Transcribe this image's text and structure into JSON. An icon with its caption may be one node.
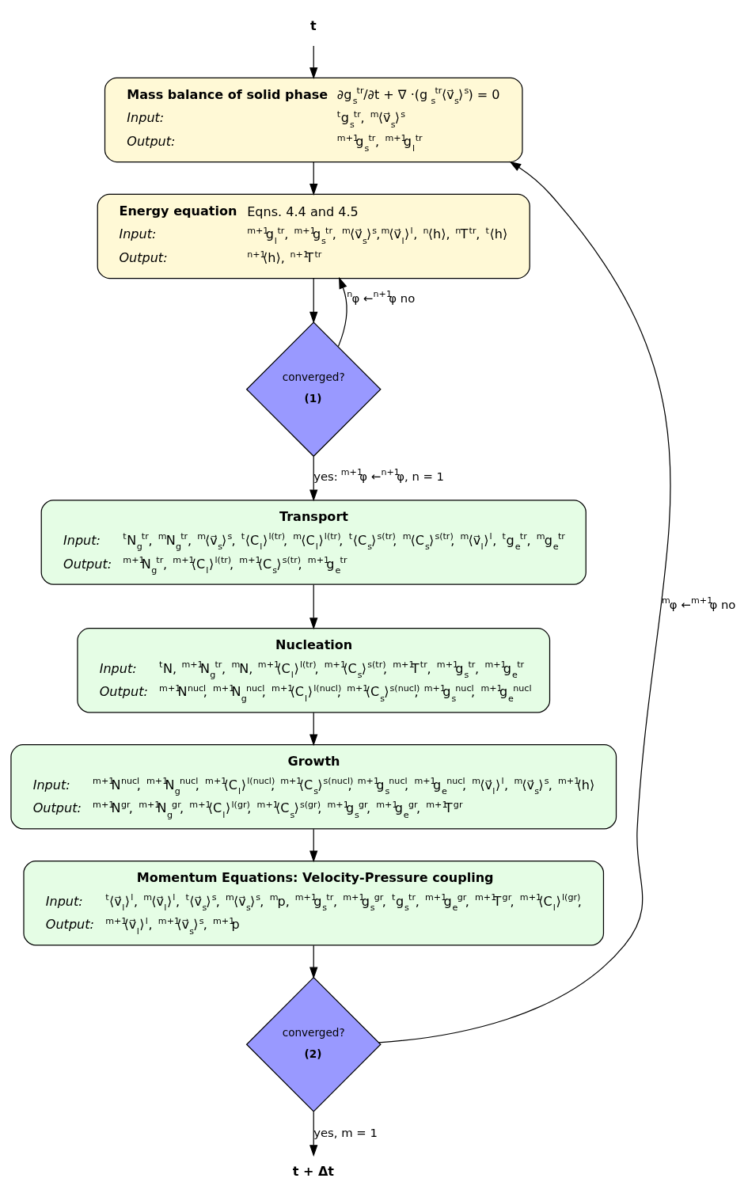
{
  "diagram": {
    "nodes": [
      {
        "text": [
          "t"
        ]
      },
      {
        "text": [
          "Mass balance of solid phase",
          "∂g$_{s}$$^{tr}$/∂t + ∇ ·(g$_{s}$$^{tr}$⟨v⃗$_{s}$⟩$^{s}$) = 0",
          "Input:",
          "$^{t}$g$_{s}$$^{tr}$, $^{m}$⟨v⃗$_{s}$⟩$^{s}$",
          "Output:",
          "$^{m+1}$g$_{s}$$^{tr}$, $^{m+1}$g$_{l}$$^{tr}$"
        ]
      },
      {
        "text": [
          "Energy equation",
          "Eqns. 4.4 and 4.5",
          "Input:",
          "$^{m+1}$g$_{l}$$^{tr}$, $^{m+1}$g$_{s}$$^{tr}$, $^{m}$⟨v⃗$_{s}$⟩$^{s}$,$^{m}$⟨v⃗$_{l}$⟩$^{l}$, $^{n}$⟨h⟩, $^{n}$T$^{tr}$, $^{t}$⟨h⟩",
          "Output:",
          "$^{n+1}$⟨h⟩, $^{n+1}$T$^{tr}$"
        ]
      },
      {
        "text": [
          "converged?",
          "(1)"
        ]
      },
      {
        "text": [
          "Transport",
          "Input:",
          "$^{t}$N$_{g}$$^{tr}$, $^{m}$N$_{g}$$^{tr}$, $^{m}$⟨v⃗$_{s}$⟩$^{s}$, $^{t}$⟨C$_{l}$⟩$^{l(tr)}$, $^{m}$⟨C$_{l}$⟩$^{l(tr)}$, $^{t}$⟨C$_{s}$⟩$^{s(tr)}$, $^{m}$⟨C$_{s}$⟩$^{s(tr)}$, $^{m}$⟨v⃗$_{l}$⟩$^{l}$, $^{t}$g$_{e}$$^{tr}$, $^{m}$g$_{e}$$^{tr}$",
          "Output:",
          "$^{m+1}$N$_{g}$$^{tr}$, $^{m+1}$⟨C$_{l}$⟩$^{l(tr)}$, $^{m+1}$⟨C$_{s}$⟩$^{s(tr)}$, $^{m+1}$g$_{e}$$^{tr}$"
        ]
      },
      {
        "text": [
          "Nucleation",
          "Input:",
          "$^{t}$N, $^{m+1}$N$_{g}$$^{tr}$, $^{m}$N, $^{m+1}$⟨C$_{l}$⟩$^{l(tr)}$, $^{m+1}$⟨C$_{s}$⟩$^{s(tr)}$, $^{m+1}$T$^{tr}$, $^{m+1}$g$_{s}$$^{tr}$, $^{m+1}$g$_{e}$$^{tr}$",
          "Output:",
          "$^{m+1}$N$^{nucl}$, $^{m+1}$N$_{g}$$^{nucl}$, $^{m+1}$⟨C$_{l}$⟩$^{l(nucl)}$, $^{m+1}$⟨C$_{s}$⟩$^{s(nucl)}$, $^{m+1}$g$_{s}$$^{nucl}$, $^{m+1}$g$_{e}$$^{nucl}$"
        ]
      },
      {
        "text": [
          "Growth",
          "Input:",
          "$^{m+1}$N$^{nucl}$, $^{m+1}$N$_{g}$$^{nucl}$, $^{m+1}$⟨C$_{l}$⟩$^{l(nucl)}$, $^{m+1}$⟨C$_{s}$⟩$^{s(nucl)}$, $^{m+1}$g$_{s}$$^{nucl}$, $^{m+1}$g$_{e}$$^{nucl}$, $^{m}$⟨v⃗$_{l}$⟩$^{l}$, $^{m}$⟨v⃗$_{s}$⟩$^{s}$, $^{m+1}$⟨h⟩",
          "Output:",
          "$^{m+1}$N$^{gr}$, $^{m+1}$N$_{g}$$^{gr}$, $^{m+1}$⟨C$_{l}$⟩$^{l(gr)}$, $^{m+1}$⟨C$_{s}$⟩$^{s(gr)}$, $^{m+1}$g$_{s}$$^{gr}$, $^{m+1}$g$_{e}$$^{gr}$, $^{m+1}$T$^{gr}$"
        ]
      },
      {
        "text": [
          "Momentum Equations: Velocity-Pressure coupling",
          "Input:",
          "$^{t}$⟨v⃗$_{l}$⟩$^{l}$, $^{m}$⟨v⃗$_{l}$⟩$^{l}$, $^{t}$⟨v⃗$_{s}$⟩$^{s}$, $^{m}$⟨v⃗$_{s}$⟩$^{s}$, $^{m}$p, $^{m+1}$g$_{s}$$^{tr}$, $^{m+1}$g$_{s}$$^{gr}$, $^{t}$g$_{s}$$^{tr}$, $^{m+1}$g$_{e}$$^{gr}$, $^{m+1}$T$^{gr}$, $^{m+1}$⟨C$_{l}$⟩$^{l(gr)}$,",
          "Output:",
          "$^{m+1}$⟨v⃗$_{l}$⟩$^{l}$, $^{m+1}$⟨v⃗$_{s}$⟩$^{s}$, $^{m+1}$p"
        ]
      },
      {
        "text": [
          "converged?",
          "(2)"
        ]
      },
      {
        "text": [
          "t + Δt"
        ]
      }
    ],
    "edges": [
      {
        "from": 0,
        "to": 1,
        "arrow": "to"
      },
      {
        "from": 1,
        "to": 2,
        "arrow": "to"
      },
      {
        "from": 2,
        "to": 3,
        "arrow": "to"
      },
      {
        "from": 3,
        "to": 2,
        "arrow": "to",
        "label": "$^{n}$φ ←$^{n+1}$φ no"
      },
      {
        "from": 3,
        "to": 4,
        "arrow": "to",
        "label": "yes: $^{m+1}$φ ←$^{n+1}$φ, n = 1"
      },
      {
        "from": 4,
        "to": 5,
        "arrow": "to"
      },
      {
        "from": 5,
        "to": 6,
        "arrow": "to"
      },
      {
        "from": 6,
        "to": 7,
        "arrow": "to"
      },
      {
        "from": 7,
        "to": 8,
        "arrow": "to"
      },
      {
        "from": 8,
        "to": 1,
        "arrow": "to",
        "label": "$^{m}$φ ←$^{m+1}$φ no"
      },
      {
        "from": 8,
        "to": 9,
        "arrow": "to",
        "label": "yes, m = 1"
      }
    ]
  }
}
